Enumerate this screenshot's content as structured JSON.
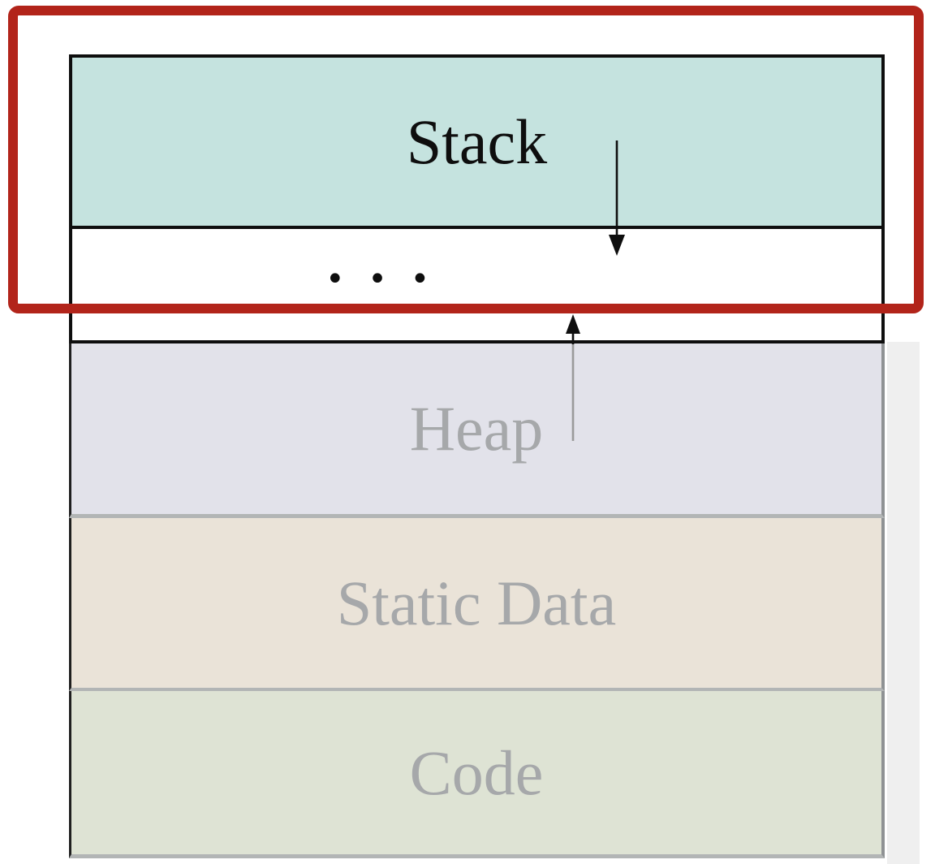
{
  "diagram": {
    "type": "memory-layout",
    "background": "#ffffff",
    "highlight_box_color": "#b2241a",
    "shadow_color": "#efefef",
    "regions": [
      {
        "label": "Stack",
        "fill": "#c5e3df",
        "text_color": "#0e0e0e",
        "state": "highlighted"
      },
      {
        "label": "• • •",
        "fill": "#ffffff",
        "text_color": "#0e0e0e",
        "state": "highlighted"
      },
      {
        "label": "Heap",
        "fill": "#e2e2ea",
        "text_color": "#a6a8aa",
        "state": "dimmed"
      },
      {
        "label": "Static Data",
        "fill": "#eae3d8",
        "text_color": "#a6a8aa",
        "state": "dimmed"
      },
      {
        "label": "Code",
        "fill": "#dee3d4",
        "text_color": "#a6a8aa",
        "state": "dimmed"
      }
    ],
    "arrows": [
      {
        "name": "stack-grows-down-arrow",
        "direction": "down",
        "color": "#0e0e0e"
      },
      {
        "name": "heap-grows-up-arrow",
        "direction": "up",
        "head_color": "#0e0e0e",
        "shaft_color": "#9b9b9b"
      }
    ],
    "borders": {
      "highlighted": "#0e0e0e",
      "dimmed_divider": "#b2b5b5",
      "dimmed_left": "#1f1f1f",
      "dimmed_right": "#8f9294"
    }
  }
}
